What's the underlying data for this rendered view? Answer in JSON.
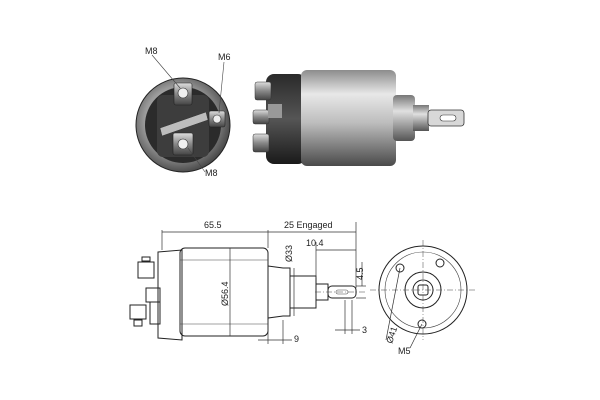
{
  "photo_front": {
    "callouts": {
      "terminal_top": "M8",
      "terminal_right": "M6",
      "terminal_bottom": "M8"
    }
  },
  "side_view": {
    "dimensions": {
      "body_length": "65.5",
      "engaged_stroke": "25 Engaged",
      "plunger_length": "10.4",
      "body_diameter": "Ø56.4",
      "nose_diameter": "Ø33",
      "slot_width": "4.5",
      "shoulder": "9",
      "eye_offset": "3"
    }
  },
  "end_view": {
    "dimensions": {
      "bolt_circle": "Ø41",
      "mount_thread": "M5"
    }
  }
}
